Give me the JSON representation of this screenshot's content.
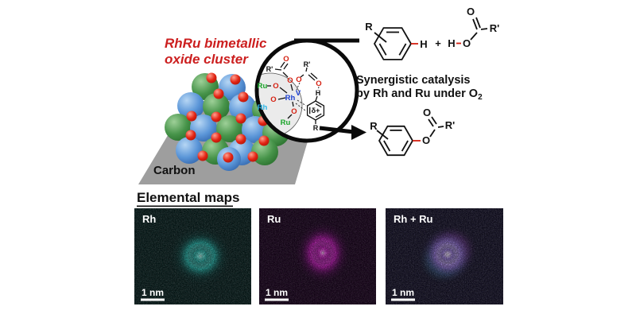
{
  "title": {
    "line1": "RhRu bimetallic",
    "line2": "oxide cluster"
  },
  "support": {
    "label": "Carbon"
  },
  "lens": {
    "rprime1": "R'",
    "o_carbonyl1": "O",
    "o_bridge1": "O",
    "o_bridge2": "O",
    "rprime2": "R'",
    "o_carbonyl2": "O",
    "h": "H",
    "ru1": "Ru",
    "o_ru": "O",
    "rh_center": "Rh",
    "rh_oxidation": "V",
    "o_rh": "O",
    "rh_surface": "Rh",
    "o_axial": "O",
    "ru2": "Ru",
    "delta_plus": "δ+",
    "r_sub": "R"
  },
  "reaction": {
    "arene_r": "R",
    "arene_h": "H",
    "plus": "+",
    "acid_h": "H",
    "acid_o": "O",
    "acid_carbonyl_o": "O",
    "acid_rprime": "R'",
    "condition_line1": "Synergistic catalysis",
    "condition_line2": "by Rh and Ru under O",
    "condition_sub": "2",
    "product_r": "R",
    "product_o": "O",
    "product_carbonyl_o": "O",
    "product_rprime": "R'"
  },
  "maps": {
    "heading": "Elemental maps",
    "panels": [
      {
        "label": "Rh",
        "scale_bar": "1 nm"
      },
      {
        "label": "Ru",
        "scale_bar": "1 nm"
      },
      {
        "label": "Rh + Ru",
        "scale_bar": "1 nm"
      }
    ]
  },
  "colors": {
    "title_red": "#cc1f1f",
    "ru_green": "#18a428",
    "rh_cyan": "#29b6e8",
    "rh_blue": "#1b3fd0",
    "oxygen_red": "#d41f10",
    "carbon_gray": "#9e9e9e",
    "map_rh_cyan": "#2ad8cc",
    "map_ru_magenta": "#e62ce0",
    "map_blend_lavender": "#cdb4f2"
  }
}
